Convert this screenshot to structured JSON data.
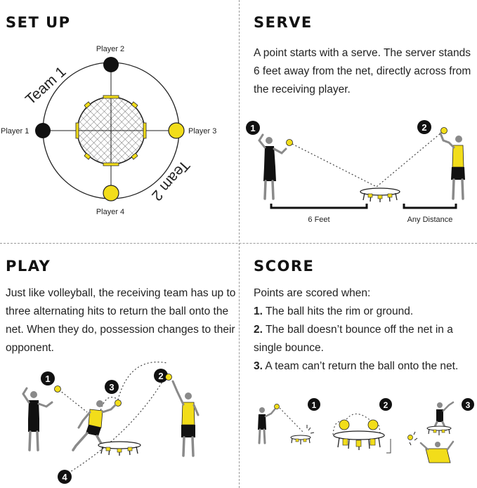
{
  "setup": {
    "heading": "SET UP",
    "players": [
      "Player 1",
      "Player 2",
      "Player 3",
      "Player 4"
    ],
    "team1": "Team 1",
    "team2": "Team 2"
  },
  "serve": {
    "heading": "SERVE",
    "text": "A point starts with a serve. The server stands 6 feet away from the net, directly across from the receiving player.",
    "step1": "1",
    "step2": "2",
    "distance_label": "6 Feet",
    "any_distance_label": "Any Distance"
  },
  "play": {
    "heading": "PLAY",
    "text": "Just like volleyball, the receiving team has up to three alternating hits to return the ball onto the net. When they do, possession changes to their opponent.",
    "steps": [
      "1",
      "2",
      "3",
      "4"
    ]
  },
  "score": {
    "heading": "SCORE",
    "intro": "Points are scored when:",
    "rules": [
      {
        "num": "1.",
        "text": " The ball hits the rim or ground."
      },
      {
        "num": "2.",
        "text": " The ball doesn’t bounce off the net in a single bounce."
      },
      {
        "num": "3.",
        "text": " A team can’t return the ball onto the net."
      }
    ],
    "steps": [
      "1",
      "2",
      "3"
    ]
  },
  "colors": {
    "yellow": "#f2dd1a",
    "black": "#111111",
    "skin": "#8a8a8a",
    "line": "#222222"
  }
}
